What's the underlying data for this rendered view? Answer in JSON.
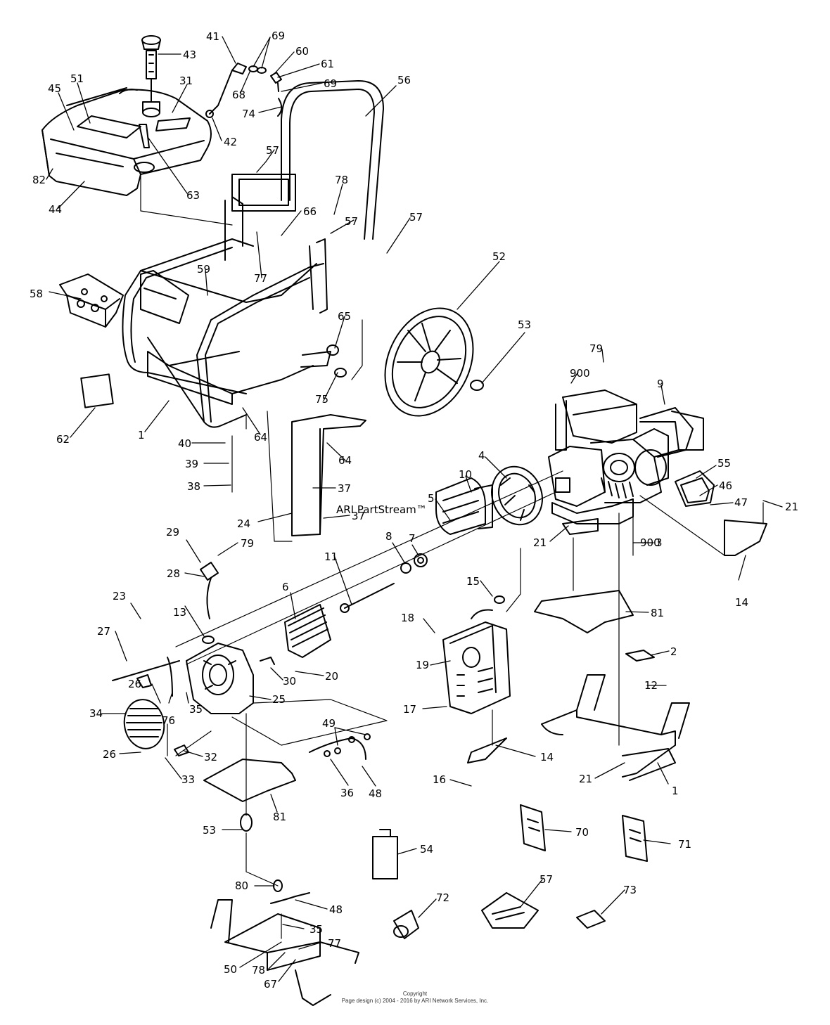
{
  "watermark": "ARI PartStream™",
  "footer": {
    "copyright": "Copyright",
    "design": "Page design (c) 2004 - 2016 by ARI Network Services, Inc."
  },
  "callouts": [
    {
      "id": "c43",
      "label": "43"
    },
    {
      "id": "c41",
      "label": "41"
    },
    {
      "id": "c69a",
      "label": "69"
    },
    {
      "id": "c60",
      "label": "60"
    },
    {
      "id": "c61",
      "label": "61"
    },
    {
      "id": "c68",
      "label": "68"
    },
    {
      "id": "c69b",
      "label": "69"
    },
    {
      "id": "c74",
      "label": "74"
    },
    {
      "id": "c56",
      "label": "56"
    },
    {
      "id": "c45",
      "label": "45"
    },
    {
      "id": "c51",
      "label": "51"
    },
    {
      "id": "c31",
      "label": "31"
    },
    {
      "id": "c42",
      "label": "42"
    },
    {
      "id": "c82",
      "label": "82"
    },
    {
      "id": "c63",
      "label": "63"
    },
    {
      "id": "c44",
      "label": "44"
    },
    {
      "id": "c57a",
      "label": "57"
    },
    {
      "id": "c78a",
      "label": "78"
    },
    {
      "id": "c66",
      "label": "66"
    },
    {
      "id": "c57b",
      "label": "57"
    },
    {
      "id": "c57c",
      "label": "57"
    },
    {
      "id": "c77a",
      "label": "77"
    },
    {
      "id": "c59",
      "label": "59"
    },
    {
      "id": "c58",
      "label": "58"
    },
    {
      "id": "c52",
      "label": "52"
    },
    {
      "id": "c65",
      "label": "65"
    },
    {
      "id": "c53a",
      "label": "53"
    },
    {
      "id": "c79a",
      "label": "79"
    },
    {
      "id": "c900a",
      "label": "900"
    },
    {
      "id": "c9",
      "label": "9"
    },
    {
      "id": "c75",
      "label": "75"
    },
    {
      "id": "c62",
      "label": "62"
    },
    {
      "id": "c1a",
      "label": "1"
    },
    {
      "id": "c64a",
      "label": "64"
    },
    {
      "id": "c40",
      "label": "40"
    },
    {
      "id": "c64b",
      "label": "64"
    },
    {
      "id": "c4",
      "label": "4"
    },
    {
      "id": "c10",
      "label": "10"
    },
    {
      "id": "c55",
      "label": "55"
    },
    {
      "id": "c39",
      "label": "39"
    },
    {
      "id": "c38",
      "label": "38"
    },
    {
      "id": "c37a",
      "label": "37"
    },
    {
      "id": "c5",
      "label": "5"
    },
    {
      "id": "c46",
      "label": "46"
    },
    {
      "id": "c47",
      "label": "47"
    },
    {
      "id": "c21a",
      "label": "21"
    },
    {
      "id": "c37b",
      "label": "37"
    },
    {
      "id": "c24",
      "label": "24"
    },
    {
      "id": "c29",
      "label": "29"
    },
    {
      "id": "c79b",
      "label": "79"
    },
    {
      "id": "c8",
      "label": "8"
    },
    {
      "id": "c7",
      "label": "7"
    },
    {
      "id": "c3",
      "label": "3"
    },
    {
      "id": "c21b",
      "label": "21"
    },
    {
      "id": "c900b",
      "label": "900"
    },
    {
      "id": "c11",
      "label": "11"
    },
    {
      "id": "c28",
      "label": "28"
    },
    {
      "id": "c15",
      "label": "15"
    },
    {
      "id": "c14a",
      "label": "14"
    },
    {
      "id": "c23",
      "label": "23"
    },
    {
      "id": "c6",
      "label": "6"
    },
    {
      "id": "c13",
      "label": "13"
    },
    {
      "id": "c18",
      "label": "18"
    },
    {
      "id": "c81a",
      "label": "81"
    },
    {
      "id": "c27",
      "label": "27"
    },
    {
      "id": "c19",
      "label": "19"
    },
    {
      "id": "c2",
      "label": "2"
    },
    {
      "id": "c20",
      "label": "20"
    },
    {
      "id": "c30",
      "label": "30"
    },
    {
      "id": "c26a",
      "label": "26"
    },
    {
      "id": "c12",
      "label": "12"
    },
    {
      "id": "c25",
      "label": "25"
    },
    {
      "id": "c76",
      "label": "76"
    },
    {
      "id": "c35a",
      "label": "35"
    },
    {
      "id": "c17",
      "label": "17"
    },
    {
      "id": "c34",
      "label": "34"
    },
    {
      "id": "c49",
      "label": "49"
    },
    {
      "id": "c26b",
      "label": "26"
    },
    {
      "id": "c32",
      "label": "32"
    },
    {
      "id": "c14b",
      "label": "14"
    },
    {
      "id": "c33",
      "label": "33"
    },
    {
      "id": "c36",
      "label": "36"
    },
    {
      "id": "c48a",
      "label": "48"
    },
    {
      "id": "c16",
      "label": "16"
    },
    {
      "id": "c21c",
      "label": "21"
    },
    {
      "id": "c1b",
      "label": "1"
    },
    {
      "id": "c81b",
      "label": "81"
    },
    {
      "id": "c53b",
      "label": "53"
    },
    {
      "id": "c70",
      "label": "70"
    },
    {
      "id": "c71",
      "label": "71"
    },
    {
      "id": "c54",
      "label": "54"
    },
    {
      "id": "c80",
      "label": "80"
    },
    {
      "id": "c72",
      "label": "72"
    },
    {
      "id": "c57d",
      "label": "57"
    },
    {
      "id": "c73",
      "label": "73"
    },
    {
      "id": "c48b",
      "label": "48"
    },
    {
      "id": "c35b",
      "label": "35"
    },
    {
      "id": "c77b",
      "label": "77"
    },
    {
      "id": "c50",
      "label": "50"
    },
    {
      "id": "c78b",
      "label": "78"
    },
    {
      "id": "c67",
      "label": "67"
    }
  ]
}
